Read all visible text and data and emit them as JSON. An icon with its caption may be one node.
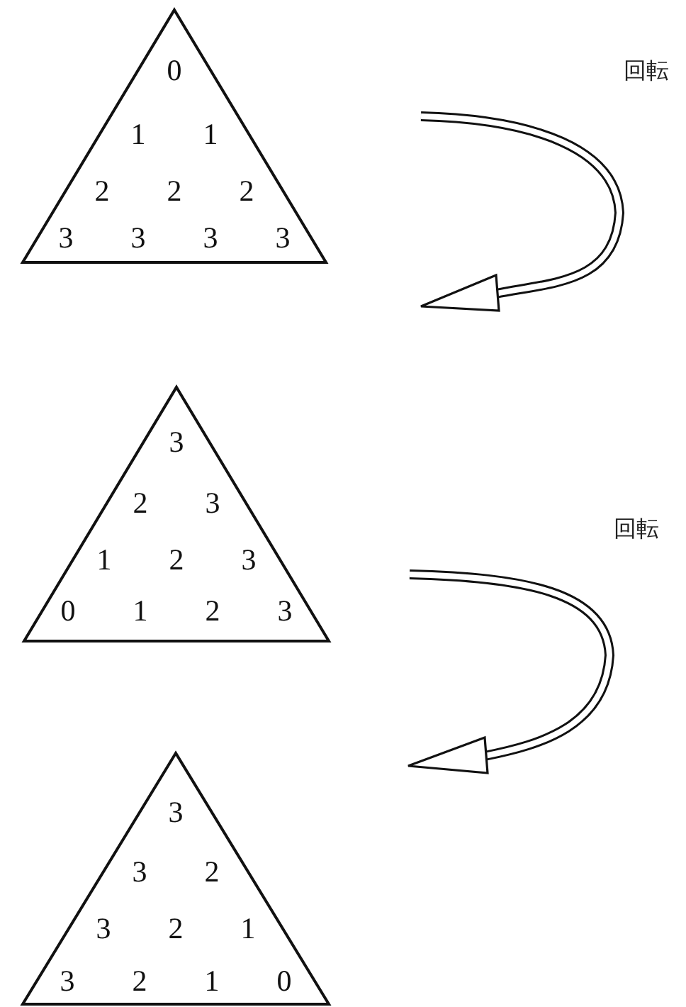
{
  "diagram": {
    "nodes": [
      {
        "text": [
          "0",
          "1",
          "1",
          "2",
          "2",
          "2",
          "3",
          "3",
          "3",
          "3"
        ]
      },
      {
        "text": [
          "3",
          "2",
          "3",
          "1",
          "2",
          "3",
          "0",
          "1",
          "2",
          "3"
        ]
      },
      {
        "text": [
          "3",
          "3",
          "2",
          "3",
          "2",
          "1",
          "3",
          "2",
          "1",
          "0"
        ]
      }
    ],
    "labels": [
      "回転",
      "回転"
    ]
  }
}
